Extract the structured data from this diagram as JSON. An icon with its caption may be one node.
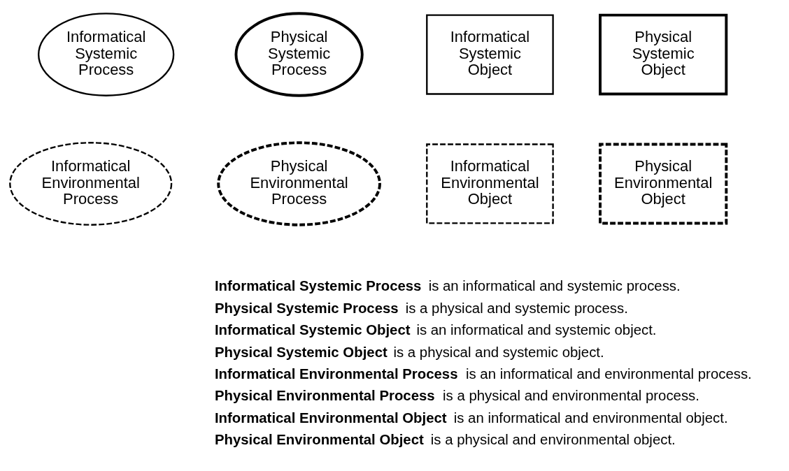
{
  "diagram": {
    "nodes": [
      {
        "text": [
          "Informatical Systemic Process"
        ]
      },
      {
        "text": [
          "Physical Systemic Process"
        ]
      },
      {
        "text": [
          "Informatical Systemic Object"
        ]
      },
      {
        "text": [
          "Physical Systemic Object"
        ]
      },
      {
        "text": [
          "Informatical Environmental Process"
        ]
      },
      {
        "text": [
          "Physical Environmental Process"
        ]
      },
      {
        "text": [
          "Informatical Environmental Object"
        ]
      },
      {
        "text": [
          "Physical Environmental Object"
        ]
      }
    ],
    "edges": [],
    "labels": [
      "**Informatical Systemic Process** is an informatical and systemic process.",
      "**Physical Systemic Process** is a physical and systemic process.",
      "**Informatical Systemic Object** is an informatical and systemic object.",
      "**Physical Systemic Object** is a physical and systemic object.",
      "**Informatical Environmental Process** is an informatical and environmental process.",
      "**Physical Environmental Process** is a physical and environmental process.",
      "**Informatical Environmental Object** is an informatical and environmental object.",
      "**Physical Environmental Object** is a physical and environmental object."
    ]
  }
}
